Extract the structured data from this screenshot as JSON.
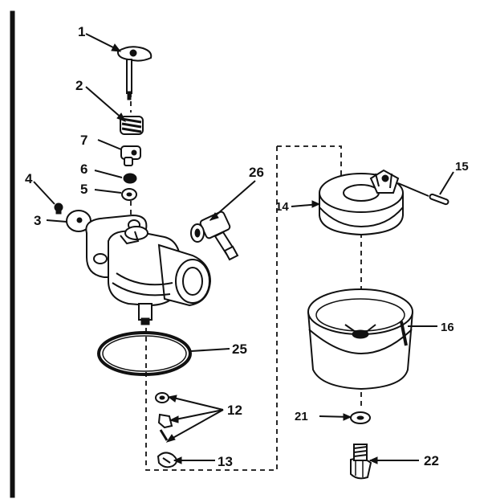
{
  "callouts": {
    "c1": "1",
    "c2": "2",
    "c3": "3",
    "c4": "4",
    "c5": "5",
    "c6": "6",
    "c7": "7",
    "c12": "12",
    "c13": "13",
    "c14": "14",
    "c15": "15",
    "c16": "16",
    "c21": "21",
    "c22": "22",
    "c25": "25",
    "c26": "26"
  }
}
